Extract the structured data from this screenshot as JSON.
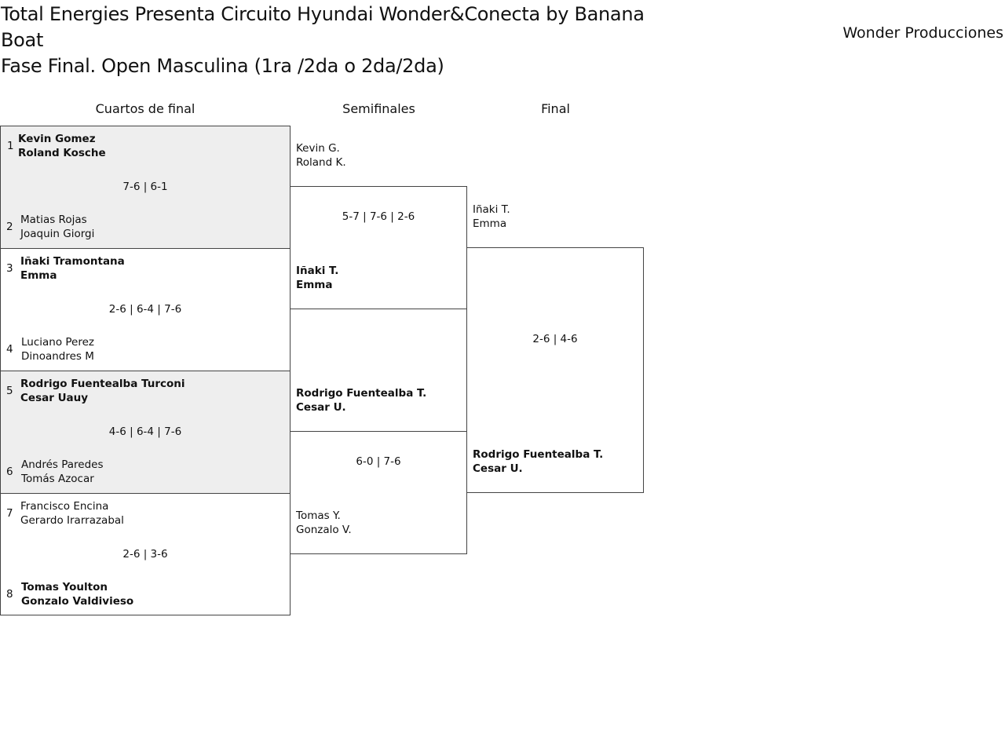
{
  "title": "Total Energies Presenta Circuito Hyundai Wonder&Conecta by Banana Boat",
  "subtitle": "Fase Final. Open Masculina (1ra /2da o 2da/2da)",
  "organizer": "Wonder Producciones",
  "rounds": [
    "Cuartos de final",
    "Semifinales",
    "Final"
  ],
  "quarters": [
    {
      "seed_a": "1",
      "a": [
        "Kevin Gomez",
        "Roland Kosche"
      ],
      "seed_b": "2",
      "b": [
        "Matias Rojas",
        "Joaquin Giorgi"
      ],
      "score": "7-6 | 6-1"
    },
    {
      "seed_a": "3",
      "a": [
        "Iñaki Tramontana",
        "Emma"
      ],
      "seed_b": "4",
      "b": [
        "Luciano Perez",
        "Dinoandres M"
      ],
      "score": "2-6 | 6-4 | 7-6"
    },
    {
      "seed_a": "5",
      "a": [
        "Rodrigo Fuentealba Turconi",
        "Cesar Uauy"
      ],
      "seed_b": "6",
      "b": [
        "Andrés Paredes",
        "Tomás Azocar"
      ],
      "score": "4-6 | 6-4 | 7-6"
    },
    {
      "seed_a": "7",
      "a": [
        "Francisco Encina",
        "Gerardo Irarrazabal"
      ],
      "seed_b": "8",
      "b": [
        "Tomas Youlton",
        "Gonzalo Valdivieso"
      ],
      "score": "2-6 | 3-6"
    }
  ],
  "semis": [
    {
      "a": [
        "Kevin G.",
        "Roland K."
      ],
      "b": [
        "Iñaki T.",
        "Emma"
      ],
      "score": "5-7 | 7-6 | 2-6"
    },
    {
      "a": [
        "Rodrigo Fuentealba T.",
        "Cesar U."
      ],
      "b": [
        "Tomas Y.",
        "Gonzalo V."
      ],
      "score": "6-0 | 7-6"
    }
  ],
  "final": {
    "a": [
      "Iñaki T.",
      "Emma"
    ],
    "b": [
      "Rodrigo Fuentealba T.",
      "Cesar U."
    ],
    "score": "2-6 | 4-6"
  }
}
